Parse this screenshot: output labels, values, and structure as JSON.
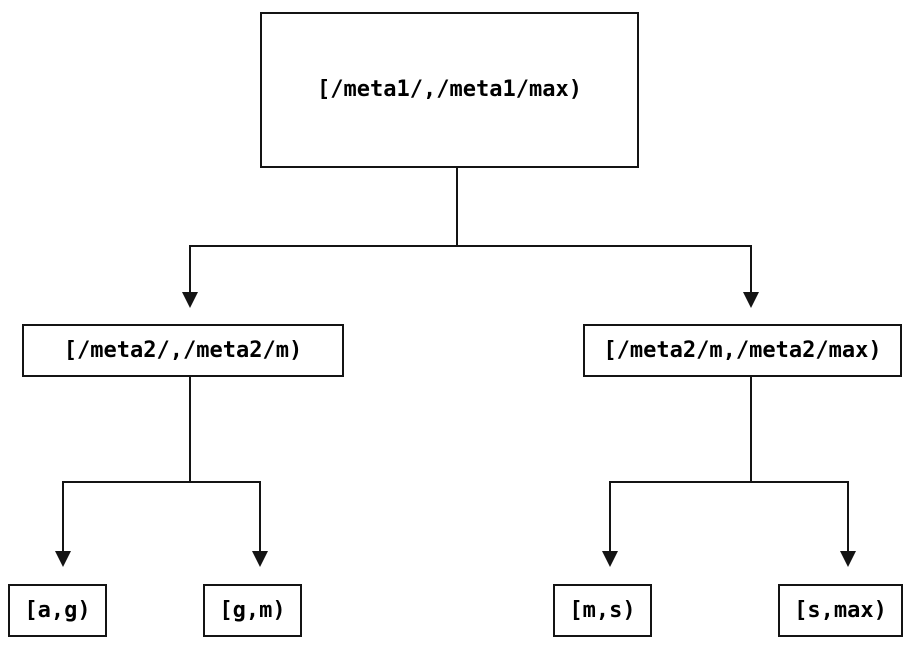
{
  "diagram": {
    "type": "tree",
    "nodes": [
      {
        "id": "root",
        "label": "[/meta1/,/meta1/max)"
      },
      {
        "id": "level2-left",
        "label": "[/meta2/,/meta2/m)"
      },
      {
        "id": "level2-right",
        "label": "[/meta2/m,/meta2/max)"
      },
      {
        "id": "leaf-ag",
        "label": "[a,g)"
      },
      {
        "id": "leaf-gm",
        "label": "[g,m)"
      },
      {
        "id": "leaf-ms",
        "label": "[m,s)"
      },
      {
        "id": "leaf-smax",
        "label": "[s,max)"
      }
    ],
    "edges": [
      {
        "from": "root",
        "to": "level2-left"
      },
      {
        "from": "root",
        "to": "level2-right"
      },
      {
        "from": "level2-left",
        "to": "leaf-ag"
      },
      {
        "from": "level2-left",
        "to": "leaf-gm"
      },
      {
        "from": "level2-right",
        "to": "leaf-ms"
      },
      {
        "from": "level2-right",
        "to": "leaf-smax"
      }
    ],
    "colors": {
      "line": "#141414",
      "text": "#000000",
      "background": "#ffffff"
    }
  }
}
